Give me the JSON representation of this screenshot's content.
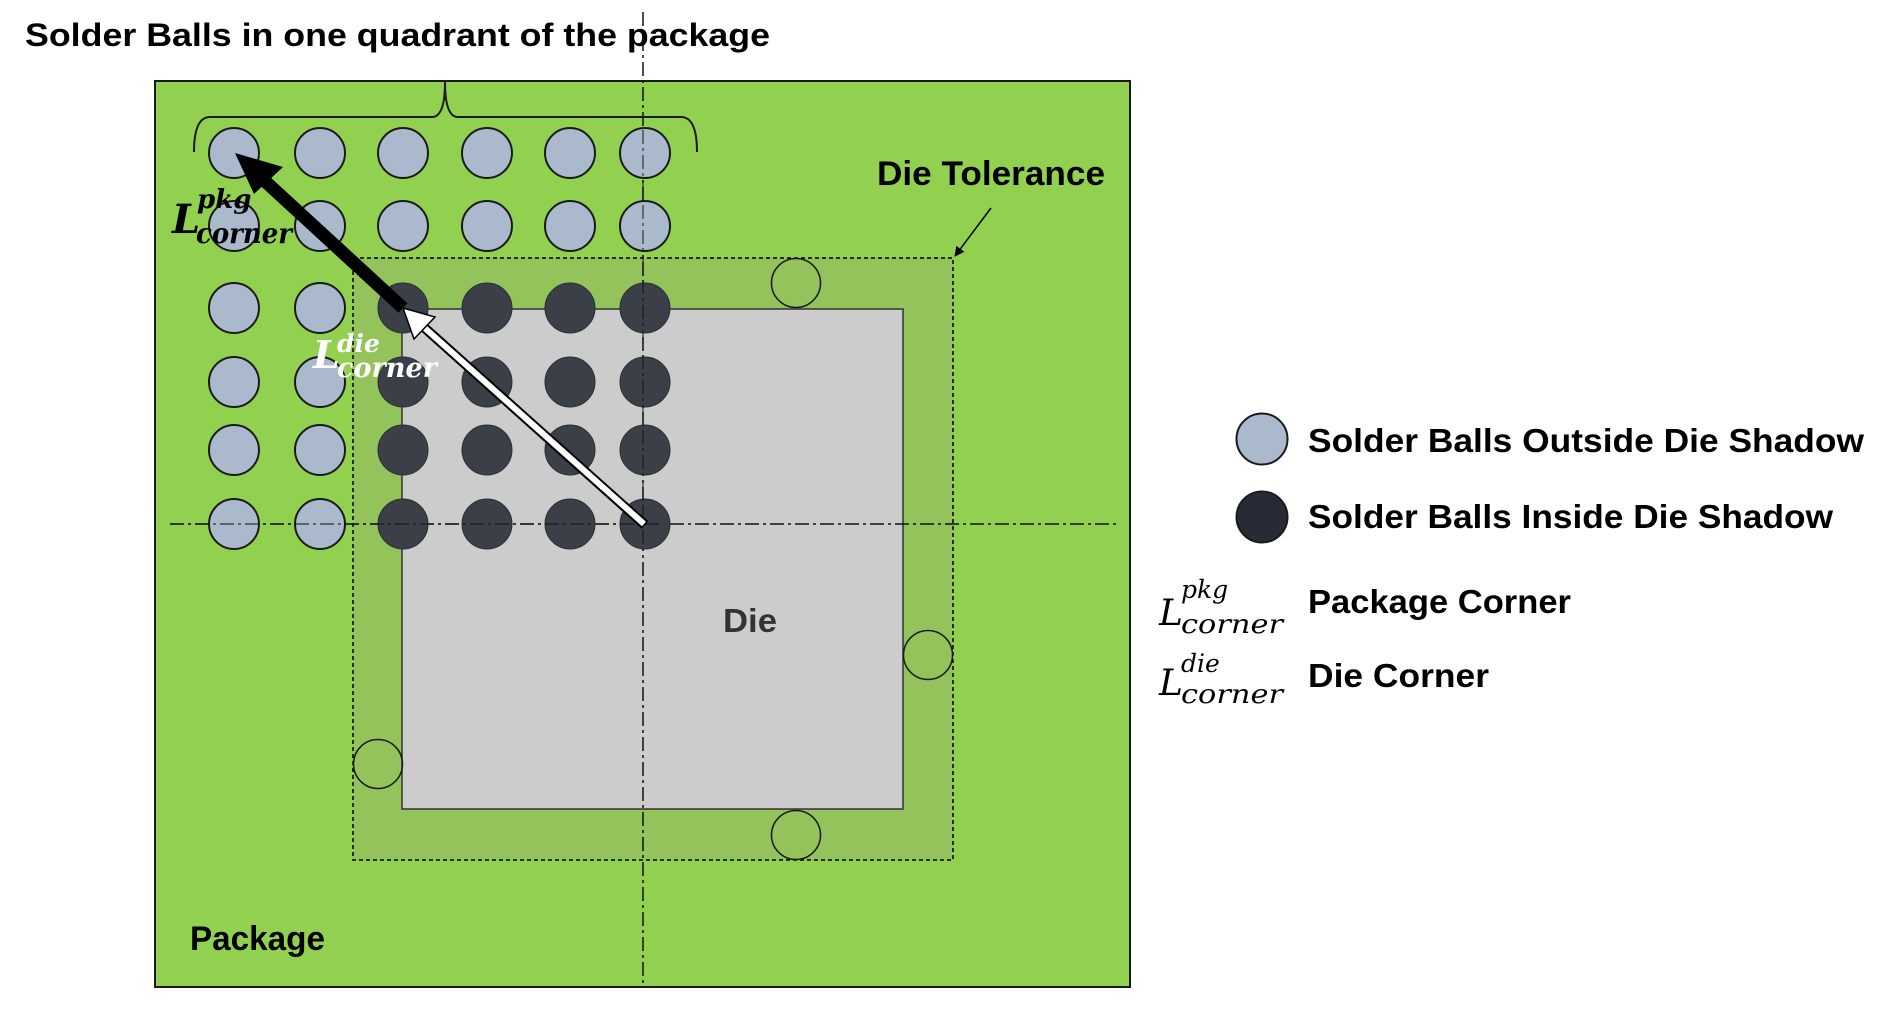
{
  "title": "Solder Balls in one quadrant of the package",
  "labels": {
    "die_tolerance": "Die Tolerance",
    "die": "Die",
    "package": "Package",
    "pkg_corner": {
      "base": "L",
      "sup": "pkg",
      "sub": "corner"
    },
    "die_corner": {
      "base": "L",
      "sup": "die",
      "sub": "corner"
    }
  },
  "ball_grid": {
    "rows": 6,
    "cols": 6,
    "inside_die_shadow": {
      "first_row": 3,
      "first_col": 3
    }
  },
  "tolerance_circles": 4,
  "legend": {
    "items": [
      {
        "kind": "swatch",
        "color": "#abb9cd",
        "label": "Solder Balls Outside Die Shadow"
      },
      {
        "kind": "swatch",
        "color": "#262b35",
        "label": "Solder Balls Inside Die Shadow"
      },
      {
        "kind": "math",
        "base": "L",
        "sup": "pkg",
        "sub": "corner",
        "label": "Package Corner"
      },
      {
        "kind": "math",
        "base": "L",
        "sup": "die",
        "sub": "corner",
        "label": "Die Corner"
      }
    ]
  },
  "colors": {
    "package": "#92d050",
    "tolerance_band": "#93c35a",
    "die": "#cccccc",
    "ball_outside": "#abb9cd",
    "ball_inside": "#3a3f48",
    "outline": "#1a1a1a"
  }
}
